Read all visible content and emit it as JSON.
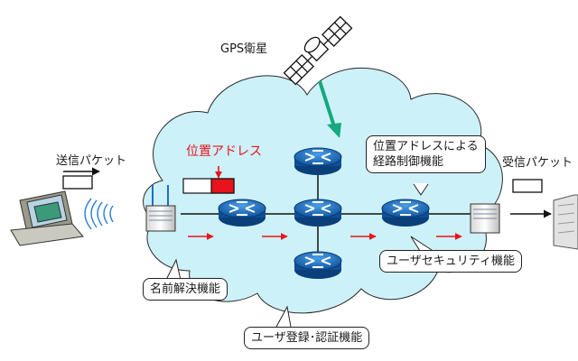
{
  "labels": {
    "gps_satellite": "GPS衛星",
    "send_packet": "送信パケット",
    "receive_packet": "受信パケット",
    "location_address": "位置アドレス",
    "routing_control_line1": "位置アドレスによる",
    "routing_control_line2": "経路制御機能",
    "name_resolution": "名前解決機能",
    "user_security": "ユーザセキュリティ機能",
    "user_registration": "ユーザ登録･認証機能"
  },
  "colors": {
    "cloud_fill": "#cdf1f8",
    "router_blue": "#1f6fc4",
    "packet_arrow_red": "#e8141c",
    "gps_signal_green": "#15a97c",
    "location_marker_red": "#e8141c"
  },
  "icons": [
    "satellite-icon",
    "laptop-icon",
    "wireless-signal-icon",
    "router-icon",
    "edge-node-icon",
    "server-icon",
    "packet-icon"
  ]
}
